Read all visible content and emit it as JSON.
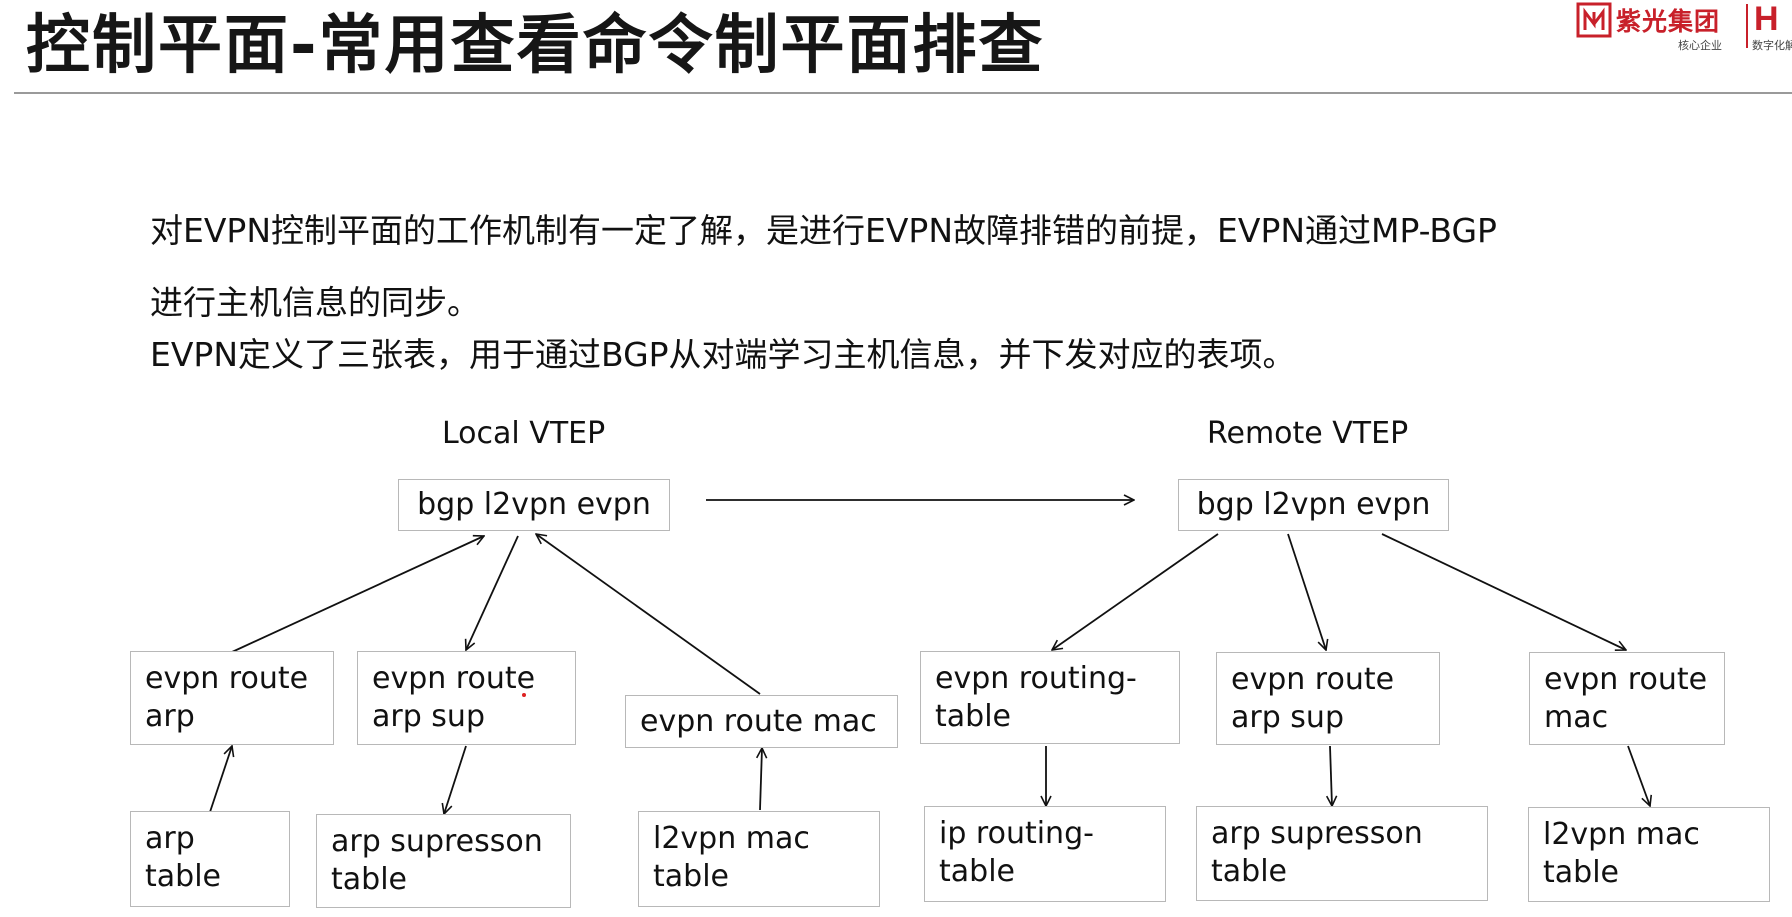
{
  "slide": {
    "title": "控制平面-常用查看命令制平面排查"
  },
  "logo": {
    "name": "紫光集团",
    "letter": "H",
    "subtitle_left": "核心企业",
    "subtitle_right": "数字化解"
  },
  "intro": {
    "line1": "对EVPN控制平面的工作机制有一定了解，是进行EVPN故障排错的前提，EVPN通过MP-BGP",
    "line2": "进行主机信息的同步。",
    "line3": "EVPN定义了三张表，用于通过BGP从对端学习主机信息，并下发对应的表项。"
  },
  "diagram": {
    "local": {
      "heading": "Local VTEP",
      "root": "bgp l2vpn evpn",
      "mid": [
        {
          "line1": "evpn route",
          "line2": "arp"
        },
        {
          "line1": "evpn route",
          "line2": "arp sup"
        },
        {
          "line1": "evpn route mac"
        }
      ],
      "bottom": [
        {
          "line1": "arp",
          "line2": "table"
        },
        {
          "line1": "arp supresson",
          "line2": "table"
        },
        {
          "line1": "l2vpn mac",
          "line2": "table"
        }
      ]
    },
    "remote": {
      "heading": "Remote VTEP",
      "root": "bgp l2vpn evpn",
      "mid": [
        {
          "line1": "evpn routing-",
          "line2": "table"
        },
        {
          "line1": "evpn route",
          "line2": "arp sup"
        },
        {
          "line1": "evpn route",
          "line2": "mac"
        }
      ],
      "bottom": [
        {
          "line1": "ip routing-",
          "line2": "table"
        },
        {
          "line1": "arp supresson",
          "line2": "table"
        },
        {
          "line1": "l2vpn mac",
          "line2": "table"
        }
      ]
    },
    "colors": {
      "box_border": "#b8b8b8",
      "arrow": "#111111",
      "logo_red": "#c8202a"
    }
  }
}
